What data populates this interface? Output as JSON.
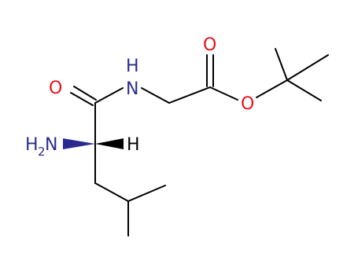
{
  "molecule": {
    "colors": {
      "bond": "#000000",
      "oxygen": "#e8101a",
      "nitrogen": "#2b2b8f",
      "carbon_label": "#000000"
    },
    "atoms": {
      "o_amide": "O",
      "n_amide": "N",
      "h_amide": "H",
      "o_carbonyl": "O",
      "o_ester": "O",
      "n_amine": "N",
      "n_amine_h": "H",
      "n_amine_count": "2",
      "h_stereo": "H"
    }
  }
}
